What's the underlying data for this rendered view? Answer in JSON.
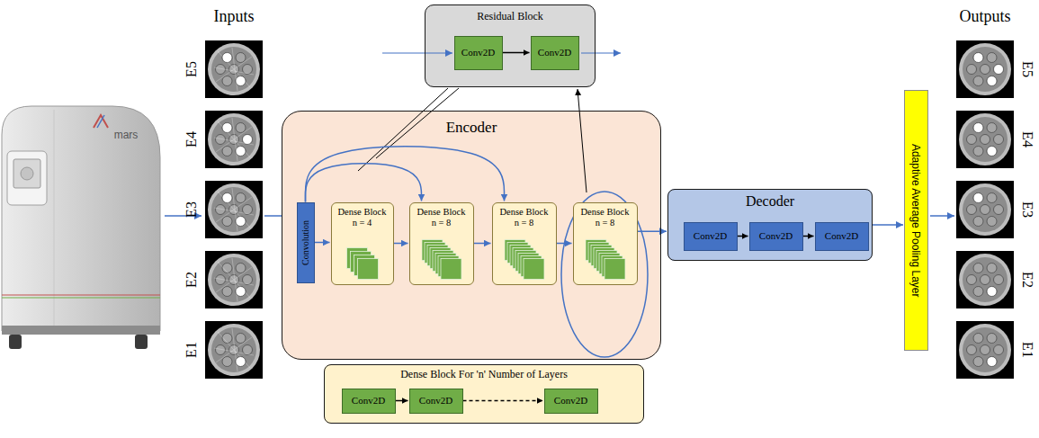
{
  "diagram": {
    "nodes": [
      {
        "text": [
          "Residual Block"
        ]
      },
      {
        "text": [
          "Conv2D"
        ],
        "in": 0
      },
      {
        "text": [
          "Conv2D"
        ],
        "in": 0
      },
      {
        "text": [
          "Encoder"
        ]
      },
      {
        "text": [
          "Convolution"
        ],
        "in": 3
      },
      {
        "text": [
          "Dense Block",
          "n = 4"
        ],
        "in": 3
      },
      {
        "text": [
          "Dense Block",
          "n = 8"
        ],
        "in": 3
      },
      {
        "text": [
          "Dense Block",
          "n = 8"
        ],
        "in": 3
      },
      {
        "text": [
          "Dense Block",
          "n = 8"
        ],
        "in": 3
      },
      {
        "text": [
          "Decoder"
        ]
      },
      {
        "text": [
          "Conv2D"
        ],
        "in": 9
      },
      {
        "text": [
          "Conv2D"
        ],
        "in": 9
      },
      {
        "text": [
          "Conv2D"
        ],
        "in": 9
      },
      {
        "text": [
          "Adaptive Average Pooling Layer"
        ]
      },
      {
        "text": [
          "Dense Block For 'n' Number of Layers"
        ]
      },
      {
        "text": [
          "Conv2D"
        ],
        "in": 14
      },
      {
        "text": [
          "Conv2D"
        ],
        "in": 14
      },
      {
        "text": [
          "Conv2D"
        ],
        "in": 14
      }
    ],
    "edges": [
      {
        "from": 1,
        "to": 2,
        "arrow": "to"
      },
      {
        "from": 4,
        "to": 5,
        "arrow": "to"
      },
      {
        "from": 5,
        "to": 6,
        "arrow": "to"
      },
      {
        "from": 6,
        "to": 7,
        "arrow": "to"
      },
      {
        "from": 7,
        "to": 8,
        "arrow": "to"
      },
      {
        "from": 4,
        "to": 6,
        "arrow": "to"
      },
      {
        "from": 4,
        "to": 7,
        "arrow": "to"
      },
      {
        "from": 8,
        "to": 9,
        "arrow": "to"
      },
      {
        "from": 10,
        "to": 11,
        "arrow": "to"
      },
      {
        "from": 11,
        "to": 12,
        "arrow": "to"
      },
      {
        "from": 9,
        "to": 13,
        "arrow": "to"
      },
      {
        "from": 15,
        "to": 16,
        "arrow": "to"
      },
      {
        "from": 16,
        "to": 17,
        "arrow": "to"
      }
    ],
    "labels": [
      "Inputs",
      "E5",
      "E4",
      "E3",
      "E2",
      "E1",
      "mars",
      "Outputs",
      "E5",
      "E4",
      "E3",
      "E2",
      "E1"
    ]
  }
}
